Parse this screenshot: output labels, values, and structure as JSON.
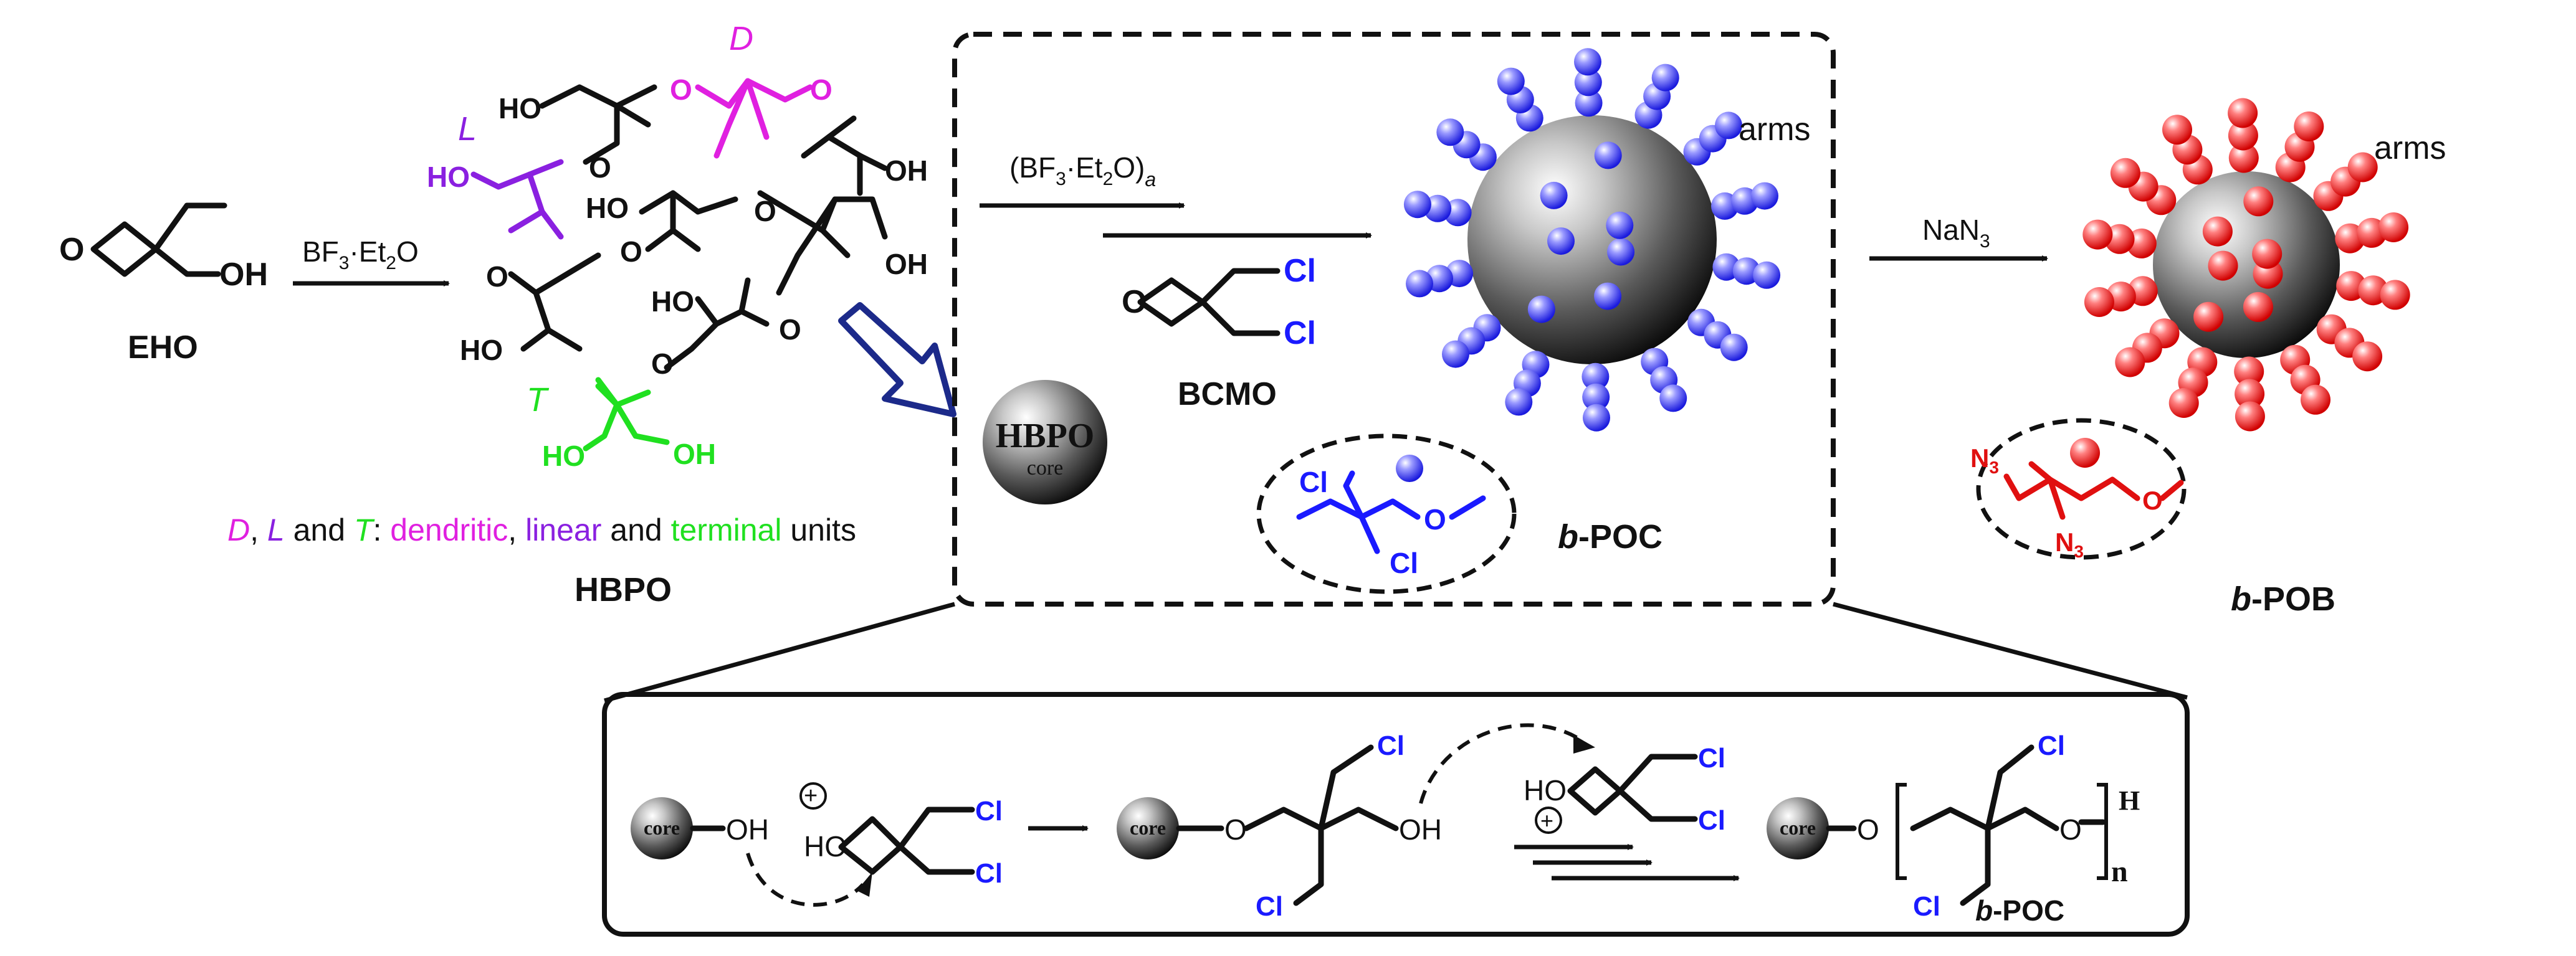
{
  "colors": {
    "black": "#111111",
    "blue": "#1a1aff",
    "red": "#e01010",
    "magenta": "#e020e0",
    "purple": "#8a20e0",
    "green": "#20e020",
    "navy": "#1c2a8a"
  },
  "step1": {
    "reagent": "BF",
    "reagent_sub": "3",
    "reagent_dot": "·Et",
    "reagent_sub2": "2",
    "reagent_end": "O"
  },
  "eho": {
    "label": "EHO",
    "O": "O",
    "OH": "OH"
  },
  "hbpo": {
    "label": "HBPO",
    "unit_D": "D",
    "unit_L": "L",
    "unit_T": "T",
    "HO": "HO",
    "OH": "OH",
    "O": "O",
    "legend_D": "D",
    "legend_sep1": ", ",
    "legend_L": "L",
    "legend_and1": " and ",
    "legend_T": "T",
    "legend_colon": ": ",
    "legend_dendritic": "dendritic",
    "legend_comma": ", ",
    "legend_linear": "linear",
    "legend_and2": " and ",
    "legend_terminal": "terminal",
    "legend_units": " units"
  },
  "core_sphere": {
    "line1": "HBPO",
    "line2": "core"
  },
  "step2": {
    "reagent_open": "(BF",
    "sub3": "3",
    "dot": "·Et",
    "sub2": "2",
    "close": "O)",
    "suba": "a"
  },
  "bcmo": {
    "label": "BCMO",
    "O": "O",
    "Cl": "Cl"
  },
  "poc": {
    "label_b": "b",
    "label_rest": "-POC",
    "arms": "arms",
    "Cl": "Cl",
    "O": "O"
  },
  "step3": {
    "reagent": "NaN",
    "sub": "3"
  },
  "pob": {
    "label_b": "b",
    "label_rest": "-POB",
    "arms": "arms",
    "N3": "N",
    "sub3": "3",
    "O": "O"
  },
  "mechanism": {
    "core": "core",
    "OH": "OH",
    "HO": "HO",
    "O": "O",
    "Cl": "Cl",
    "H": "H",
    "n": "n",
    "plus": "+",
    "product_b": "b",
    "product_rest": "-POC"
  }
}
